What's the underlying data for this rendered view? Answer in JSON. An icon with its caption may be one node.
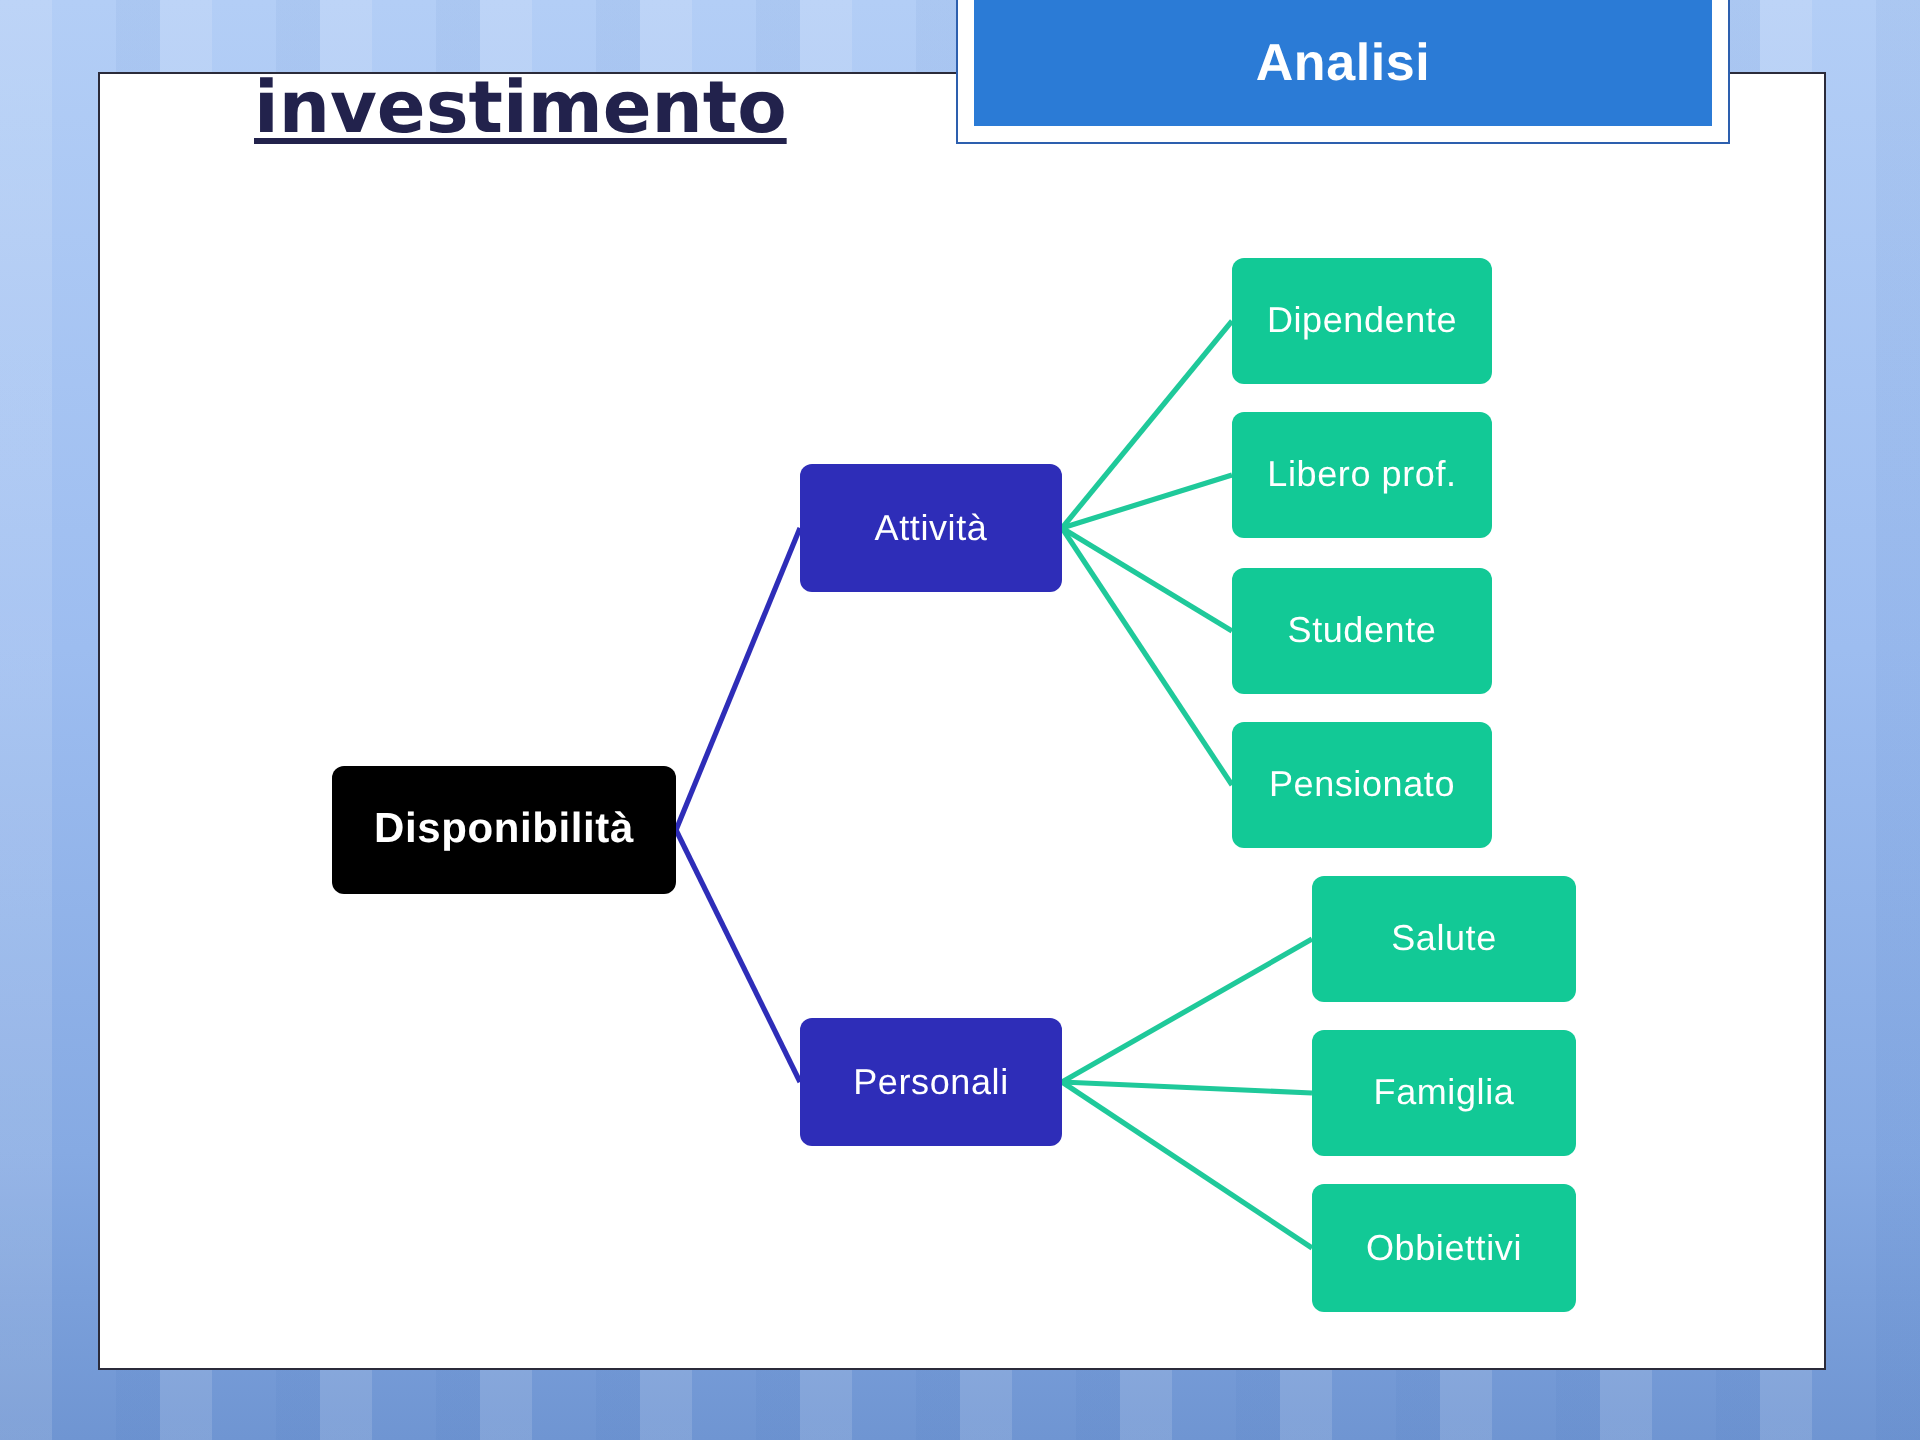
{
  "diagram": {
    "title": "investimento",
    "nodes": [
      {
        "text": [
          "Analisi"
        ]
      },
      {
        "text": [
          "Disponibilità"
        ]
      },
      {
        "text": [
          "Attività"
        ]
      },
      {
        "text": [
          "Personali"
        ]
      },
      {
        "text": [
          "Dipendente"
        ]
      },
      {
        "text": [
          "Libero prof."
        ]
      },
      {
        "text": [
          "Studente"
        ]
      },
      {
        "text": [
          "Pensionato"
        ]
      },
      {
        "text": [
          "Salute"
        ]
      },
      {
        "text": [
          "Famiglia"
        ]
      },
      {
        "text": [
          "Obbiettivi"
        ]
      }
    ],
    "edges": [
      {
        "from": 1,
        "to": 2,
        "arrow": "none",
        "color": "#2e2db8"
      },
      {
        "from": 1,
        "to": 3,
        "arrow": "none",
        "color": "#2e2db8"
      },
      {
        "from": 2,
        "to": 4,
        "arrow": "none"
      },
      {
        "from": 2,
        "to": 5,
        "arrow": "none"
      },
      {
        "from": 2,
        "to": 6,
        "arrow": "none"
      },
      {
        "from": 2,
        "to": 7,
        "arrow": "none"
      },
      {
        "from": 3,
        "to": 8,
        "arrow": "none"
      },
      {
        "from": 3,
        "to": 9,
        "arrow": "none"
      },
      {
        "from": 3,
        "to": 10,
        "arrow": "none"
      }
    ]
  }
}
